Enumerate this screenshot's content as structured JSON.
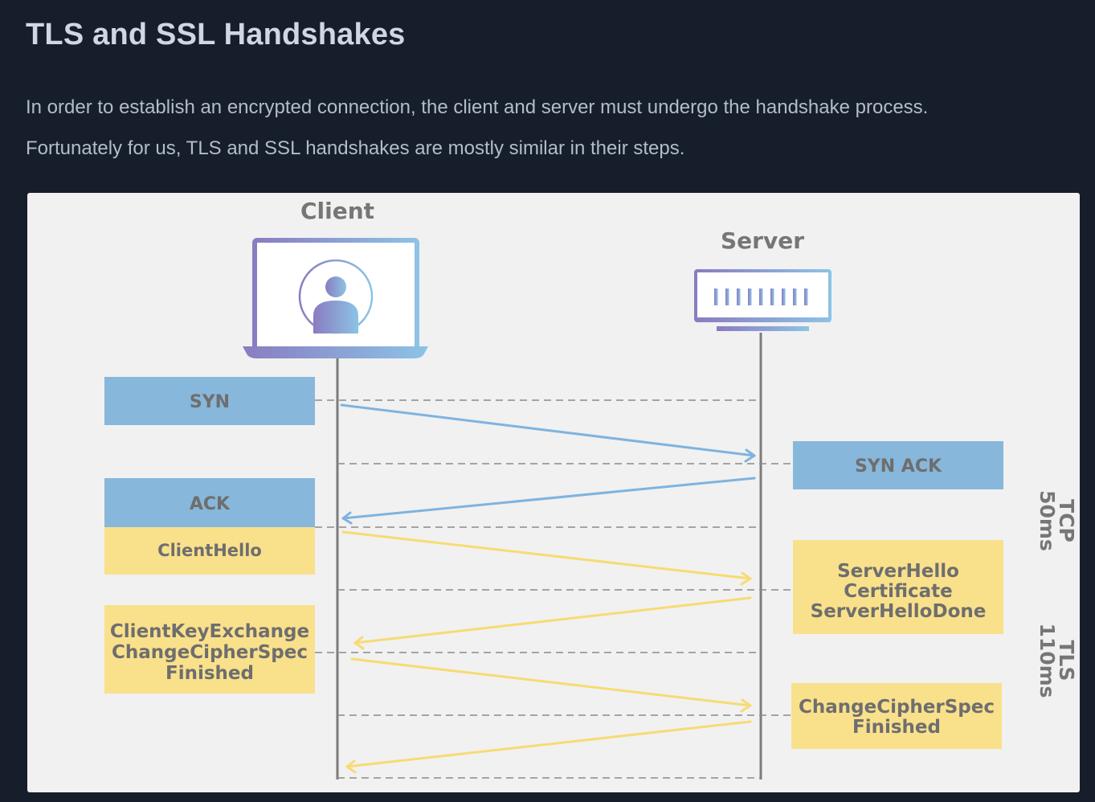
{
  "page": {
    "title": "TLS and SSL Handshakes",
    "intro_lines": [
      "In order to establish an encrypted connection, the client and server must undergo the handshake process.",
      "Fortunately for us, TLS and SSL handshakes are mostly similar in their steps."
    ]
  },
  "diagram": {
    "client_label": "Client",
    "server_label": "Server",
    "client_icon": "laptop-user-icon",
    "server_icon": "server-rack-icon",
    "messages": {
      "syn": "SYN",
      "syn_ack": "SYN ACK",
      "ack": "ACK",
      "client_hello": "ClientHello",
      "server_hello": [
        "ServerHello",
        "Certificate",
        "ServerHelloDone"
      ],
      "client_key_exchange": [
        "ClientKeyExchange",
        "ChangeCipherSpec",
        "Finished"
      ],
      "server_finish": [
        "ChangeCipherSpec",
        "Finished"
      ]
    },
    "phases": {
      "tcp": [
        "TCP",
        "50ms"
      ],
      "tls": [
        "TLS",
        "110ms"
      ]
    },
    "colors": {
      "tcp": "#87b7db",
      "tls": "#f9e08b",
      "tcp_arrow": "#7fb3df",
      "tls_arrow": "#f7db74",
      "gradient_start": "#8a7cc0",
      "gradient_end": "#8cc3e6"
    }
  }
}
